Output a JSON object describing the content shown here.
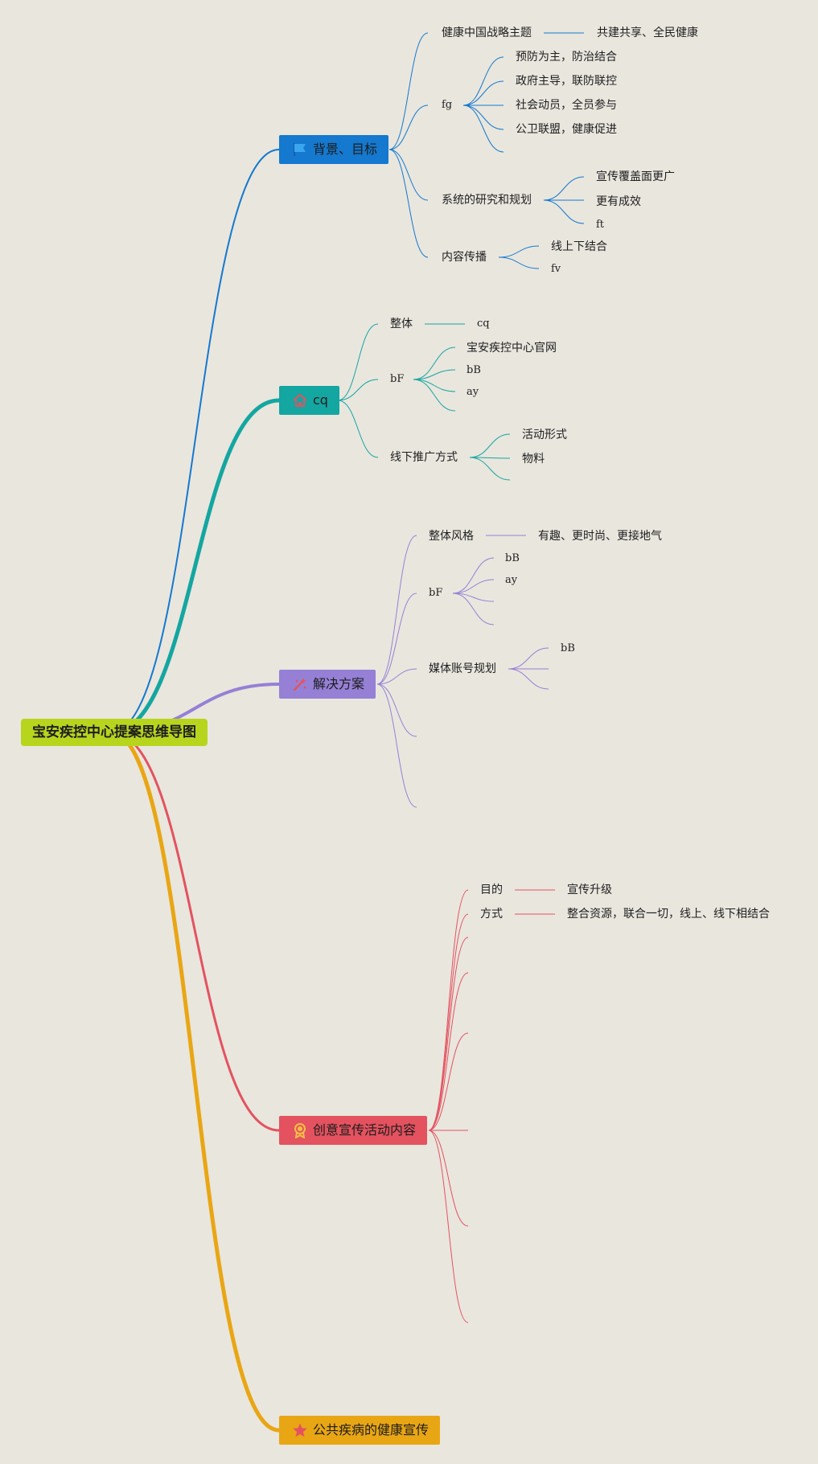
{
  "root": {
    "label": "宝安疾控中心提案思维导图"
  },
  "branches": [
    {
      "label": "背景、目标",
      "color": "#1479cf",
      "icon": "flag-icon"
    },
    {
      "label": "cq",
      "color": "#14a6a1",
      "icon": "home-icon"
    },
    {
      "label": "解决方案",
      "color": "#9580d6",
      "icon": "magic-wand-icon"
    },
    {
      "label": "创意宣传活动内容",
      "color": "#e4525f",
      "icon": "award-icon"
    },
    {
      "label": "公共疾病的健康宣传",
      "color": "#e9a614",
      "icon": "star-icon"
    }
  ],
  "background": {
    "theme": "健康中国战略主题",
    "theme_value": "共建共享、全民健康",
    "fg": "fg",
    "fg_items": [
      "预防为主，防治结合",
      "政府主导，联防联控",
      "社会动员，全员参与",
      "公卫联盟，健康促进"
    ],
    "research": "系统的研究和规划",
    "research_items": [
      "宣传覆盖面更广",
      "更有成效",
      "ft"
    ],
    "spread": "内容传播",
    "spread_items": [
      "线上下结合",
      "fv"
    ]
  },
  "cq": {
    "overall": "整体",
    "overall_value": "cq",
    "bf": "bF",
    "bf_items": [
      "宝安疾控中心官网",
      "bB",
      "ay"
    ],
    "offline": "线下推广方式",
    "offline_items": [
      "活动形式",
      "物料"
    ]
  },
  "solution": {
    "style": "整体风格",
    "style_value": "有趣、更时尚、更接地气",
    "bf": "bF",
    "bf_items": [
      "bB",
      "ay"
    ],
    "media": "媒体账号规划",
    "media_items": [
      "bB"
    ]
  },
  "creative": {
    "goal": "目的",
    "goal_value": "宣传升级",
    "method": "方式",
    "method_value": "整合资源，联合一切，线上、线下相结合"
  }
}
